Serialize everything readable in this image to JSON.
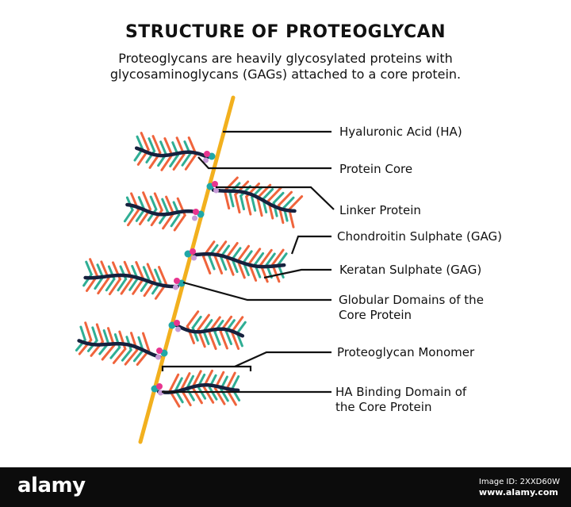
{
  "header": {
    "title": "STRUCTURE OF PROTEOGLYCAN",
    "subtitle_line1": "Proteoglycans are heavily glycosylated proteins with",
    "subtitle_line2": "glycosaminoglycans (GAGs) attached to a core protein."
  },
  "labels": {
    "hyaluronic_acid": "Hyaluronic Acid (HA)",
    "protein_core": "Protein Core",
    "linker_protein": "Linker Protein",
    "chondroitin": "Chondroitin Sulphate (GAG)",
    "keratan": "Keratan Sulphate (GAG)",
    "globular_line1": "Globular Domains of the",
    "globular_line2": "Core Protein",
    "monomer": "Proteoglycan Monomer",
    "ha_binding_line1": "HA Binding Domain of",
    "ha_binding_line2": "the Core Protein"
  },
  "footer": {
    "brand": "alamy",
    "image_id": "Image ID: 2XXD60W",
    "site": "www.alamy.com"
  },
  "colors": {
    "hyaluronic_acid": "#f2b01e",
    "core_protein": "#16213e",
    "chondroitin": "#f0643c",
    "keratan": "#2fae94",
    "linker_teal": "#1fa7a8",
    "linker_pink": "#e8358f",
    "binding_lilac": "#c79bd8",
    "footer_bg": "#0c0c0c"
  }
}
